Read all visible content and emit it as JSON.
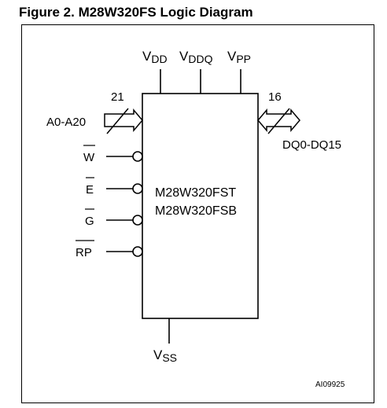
{
  "figure": {
    "title": "Figure 2. M28W320FS Logic Diagram",
    "ref_code": "AI09925"
  },
  "chip": {
    "name_top": "M28W320FST",
    "name_bottom": "M28W320FSB"
  },
  "supply": {
    "vdd": {
      "main": "V",
      "sub": "DD"
    },
    "vddq": {
      "main": "V",
      "sub": "DDQ"
    },
    "vpp": {
      "main": "V",
      "sub": "PP"
    },
    "vss": {
      "main": "V",
      "sub": "SS"
    }
  },
  "address_bus": {
    "label": "A0-A20",
    "width": "21"
  },
  "data_bus": {
    "label": "DQ0-DQ15",
    "width": "16"
  },
  "control_pins": {
    "w": "W",
    "e": "E",
    "g": "G",
    "rp": "RP"
  }
}
